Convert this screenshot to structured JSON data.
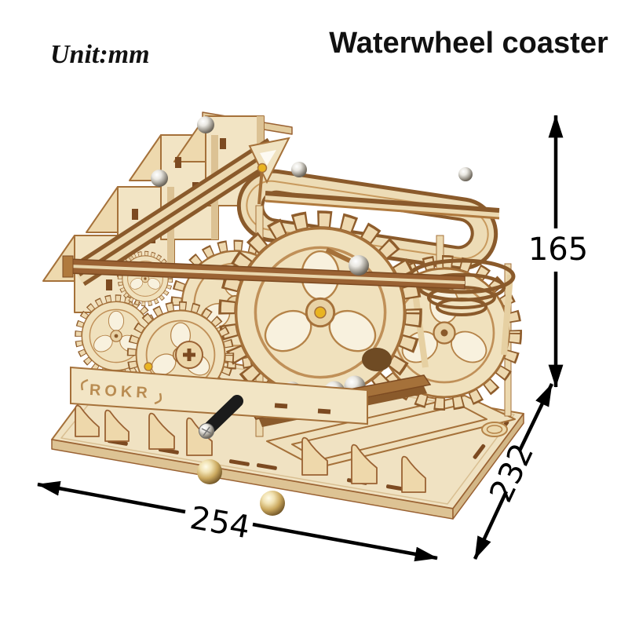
{
  "header": {
    "unit_label": "Unit:mm",
    "title": "Waterwheel coaster"
  },
  "dimensions": {
    "height_mm": "165",
    "width_mm": "254",
    "depth_mm": "232"
  },
  "product": {
    "brand_engraving": "ROKR"
  },
  "colors": {
    "background": "#ffffff",
    "annotation": "#000000",
    "wood_light": "#f0e1bd",
    "wood_mid": "#e5cfa3",
    "wood_edge_dark": "#8a5a2b",
    "wood_burnt": "#7c4a21",
    "metal_marble": "#c9c9c9",
    "brass_marble": "#c9a24b",
    "pin_yellow": "#e9b421",
    "crank_black": "#1b1b1b"
  }
}
